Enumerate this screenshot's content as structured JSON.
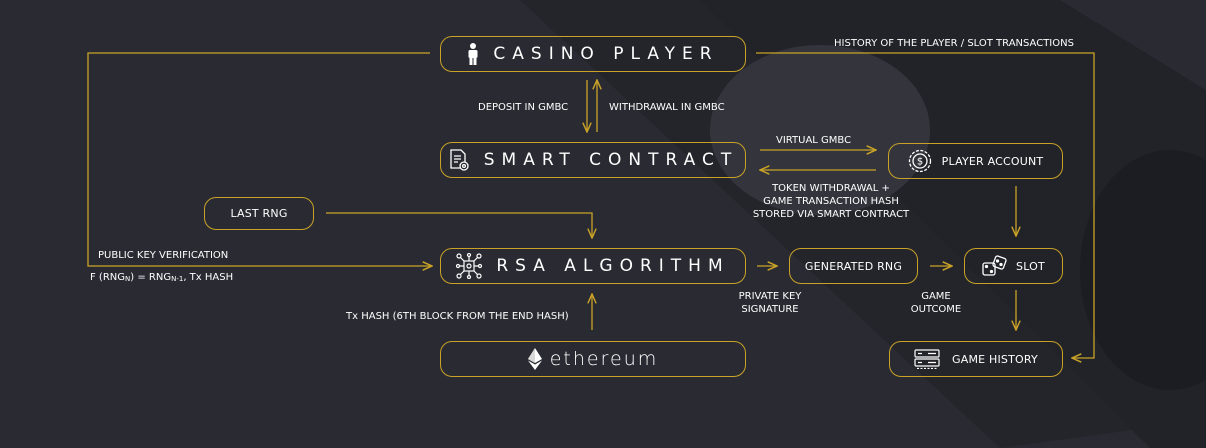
{
  "colors": {
    "background": "#2a2b32",
    "accent": "#c9a227",
    "text": "#ffffff",
    "shape": "#1f2026"
  },
  "nodes": {
    "casino_player": {
      "label": "CASINO PLAYER",
      "icon": "person-icon"
    },
    "smart_contract": {
      "label": "SMART CONTRACT",
      "icon": "contract-icon"
    },
    "rsa_algorithm": {
      "label": "RSA ALGORITHM",
      "icon": "network-chip-icon"
    },
    "ethereum": {
      "label": "ethereum",
      "icon": "ethereum-icon"
    },
    "last_rng": {
      "label": "LAST RNG"
    },
    "generated_rng": {
      "label": "GENERATED RNG"
    },
    "player_account": {
      "label": "PLAYER ACCOUNT",
      "icon": "coin-icon"
    },
    "slot": {
      "label": "SLOT",
      "icon": "dice-icon"
    },
    "game_history": {
      "label": "GAME HISTORY",
      "icon": "server-icon"
    }
  },
  "edges": {
    "deposit": "DEPOSIT IN GMBC",
    "withdrawal": "WITHDRAWAL IN GMBC",
    "history": "HISTORY OF THE PLAYER / SLOT TRANSACTIONS",
    "virtual": "VIRTUAL GMBC",
    "token_withdrawal": [
      "TOKEN WITHDRAWAL +",
      "GAME TRANSACTION HASH",
      "STORED VIA SMART CONTRACT"
    ],
    "public_key": "PUBLIC KEY VERIFICATION",
    "formula": {
      "a": "F (RNG",
      "a_sub": "N",
      "b": ") = RNG",
      "b_sub": "N-1",
      "c": ", Tx HASH"
    },
    "private_key": [
      "PRIVATE KEY",
      "SIGNATURE"
    ],
    "game_outcome": [
      "GAME",
      "OUTCOME"
    ],
    "tx_hash": "Tx HASH (6TH BLOCK FROM THE END HASH)"
  }
}
